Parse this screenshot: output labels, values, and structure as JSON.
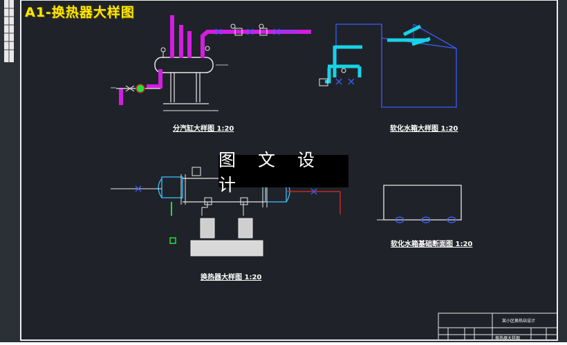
{
  "header": {
    "title": "A1-换热器大样图"
  },
  "watermark": "图 文 设 计",
  "views": [
    {
      "title": "分汽缸大样图",
      "scale": "1:20"
    },
    {
      "title": "软化水箱大样图",
      "scale": "1:20"
    },
    {
      "title": "换热器大样图",
      "scale": "1:20"
    },
    {
      "title": "软化水箱基础断面图",
      "scale": "1:20"
    }
  ],
  "title_block": {
    "project": "某小区换热站设计",
    "drawing_name": "换热器大样图"
  },
  "colors": {
    "background": "#1f2329",
    "pipe_magenta": "#d21ee0",
    "pipe_cyan": "#18d2e6",
    "line_blue": "#3a5bff",
    "line_green": "#22e03a",
    "line_red": "#e02828",
    "title_yellow": "#ffe600"
  }
}
